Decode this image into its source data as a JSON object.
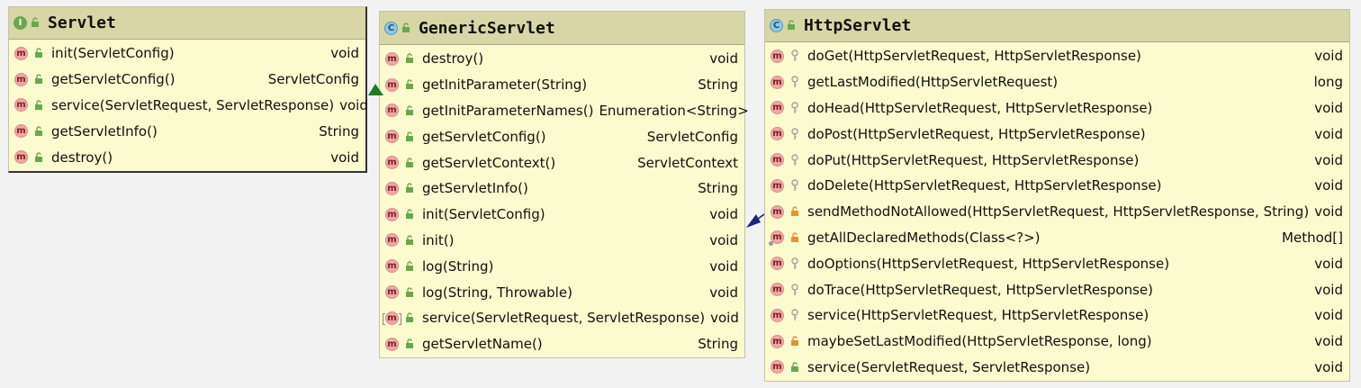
{
  "classes": [
    {
      "name": "Servlet",
      "kind": "interface",
      "kind_letter": "I",
      "methods": [
        {
          "name": "init(ServletConfig)",
          "type": "void",
          "visibility": "public"
        },
        {
          "name": "getServletConfig()",
          "type": "ServletConfig",
          "visibility": "public"
        },
        {
          "name": "service(ServletRequest, ServletResponse)",
          "type": "void",
          "visibility": "public"
        },
        {
          "name": "getServletInfo()",
          "type": "String",
          "visibility": "public"
        },
        {
          "name": "destroy()",
          "type": "void",
          "visibility": "public"
        }
      ]
    },
    {
      "name": "GenericServlet",
      "kind": "abstract-class",
      "kind_letter": "C",
      "methods": [
        {
          "name": "destroy()",
          "type": "void",
          "visibility": "public"
        },
        {
          "name": "getInitParameter(String)",
          "type": "String",
          "visibility": "public"
        },
        {
          "name": "getInitParameterNames()",
          "type": "Enumeration<String>",
          "visibility": "public"
        },
        {
          "name": "getServletConfig()",
          "type": "ServletConfig",
          "visibility": "public"
        },
        {
          "name": "getServletContext()",
          "type": "ServletContext",
          "visibility": "public"
        },
        {
          "name": "getServletInfo()",
          "type": "String",
          "visibility": "public"
        },
        {
          "name": "init(ServletConfig)",
          "type": "void",
          "visibility": "public"
        },
        {
          "name": "init()",
          "type": "void",
          "visibility": "public"
        },
        {
          "name": "log(String)",
          "type": "void",
          "visibility": "public"
        },
        {
          "name": "log(String, Throwable)",
          "type": "void",
          "visibility": "public"
        },
        {
          "name": "service(ServletRequest, ServletResponse)",
          "type": "void",
          "visibility": "public",
          "abstract": true
        },
        {
          "name": "getServletName()",
          "type": "String",
          "visibility": "public"
        }
      ]
    },
    {
      "name": "HttpServlet",
      "kind": "abstract-class",
      "kind_letter": "C",
      "methods": [
        {
          "name": "doGet(HttpServletRequest, HttpServletResponse)",
          "type": "void",
          "visibility": "protected"
        },
        {
          "name": "getLastModified(HttpServletRequest)",
          "type": "long",
          "visibility": "protected"
        },
        {
          "name": "doHead(HttpServletRequest, HttpServletResponse)",
          "type": "void",
          "visibility": "protected"
        },
        {
          "name": "doPost(HttpServletRequest, HttpServletResponse)",
          "type": "void",
          "visibility": "protected"
        },
        {
          "name": "doPut(HttpServletRequest, HttpServletResponse)",
          "type": "void",
          "visibility": "protected"
        },
        {
          "name": "doDelete(HttpServletRequest, HttpServletResponse)",
          "type": "void",
          "visibility": "protected"
        },
        {
          "name": "sendMethodNotAllowed(HttpServletRequest, HttpServletResponse, String)",
          "type": "void",
          "visibility": "private"
        },
        {
          "name": "getAllDeclaredMethods(Class<?>)",
          "type": "Method[]",
          "visibility": "private",
          "static": true
        },
        {
          "name": "doOptions(HttpServletRequest, HttpServletResponse)",
          "type": "void",
          "visibility": "protected"
        },
        {
          "name": "doTrace(HttpServletRequest, HttpServletResponse)",
          "type": "void",
          "visibility": "protected"
        },
        {
          "name": "service(HttpServletRequest, HttpServletResponse)",
          "type": "void",
          "visibility": "protected"
        },
        {
          "name": "maybeSetLastModified(HttpServletResponse, long)",
          "type": "void",
          "visibility": "private"
        },
        {
          "name": "service(ServletRequest, ServletResponse)",
          "type": "void",
          "visibility": "public"
        }
      ]
    }
  ],
  "relations": [
    {
      "from": "GenericServlet",
      "to": "Servlet",
      "type": "implements"
    },
    {
      "from": "HttpServlet",
      "to": "GenericServlet",
      "type": "extends"
    }
  ],
  "colors": {
    "box_bg": "#fcfbcf",
    "header_bg": "#d8d6a6",
    "implements_arrow": "#1f7a1f",
    "extends_arrow": "#1a237e",
    "method_badge": "#f3a6a6",
    "public_icon": "#6aa84f",
    "protected_icon": "#a0a0a0",
    "private_icon": "#e69138"
  }
}
